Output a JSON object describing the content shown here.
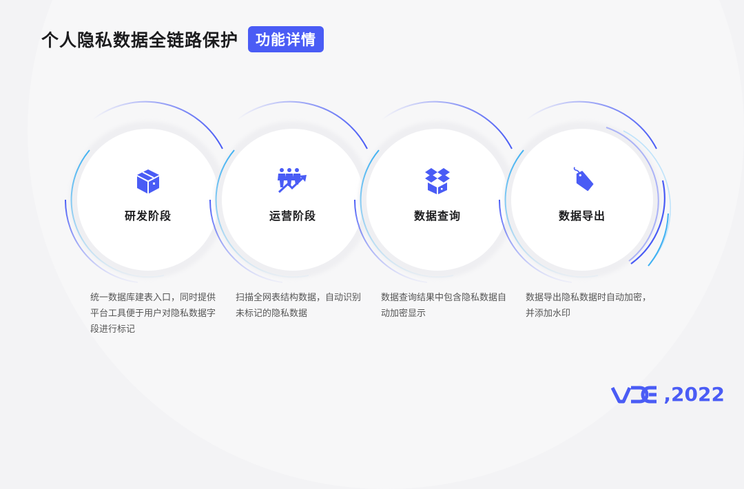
{
  "header": {
    "title": "个人隐私数据全链路保护",
    "badge": "功能详情"
  },
  "colors": {
    "accent": "#4a5cf5",
    "cyan": "#3fb1f2",
    "text": "#1c1c1e",
    "desc_text": "#555555",
    "background": "#f3f3f5"
  },
  "stages": [
    {
      "title": "研发阶段",
      "icon": "package-box-icon",
      "description": "统一数据库建表入口，同时提供平台工具便于用户对隐私数据字段进行标记"
    },
    {
      "title": "运营阶段",
      "icon": "people-growth-icon",
      "description": "扫描全网表结构数据，自动识别未标记的隐私数据"
    },
    {
      "title": "数据查询",
      "icon": "open-box-icon",
      "description": "数据查询结果中包含隐私数据自动加密显示"
    },
    {
      "title": "数据导出",
      "icon": "tag-icon",
      "description": "数据导出隐私数据时自动加密，并添加水印"
    }
  ],
  "logo": {
    "mark": "VDC",
    "year": ",2022"
  }
}
